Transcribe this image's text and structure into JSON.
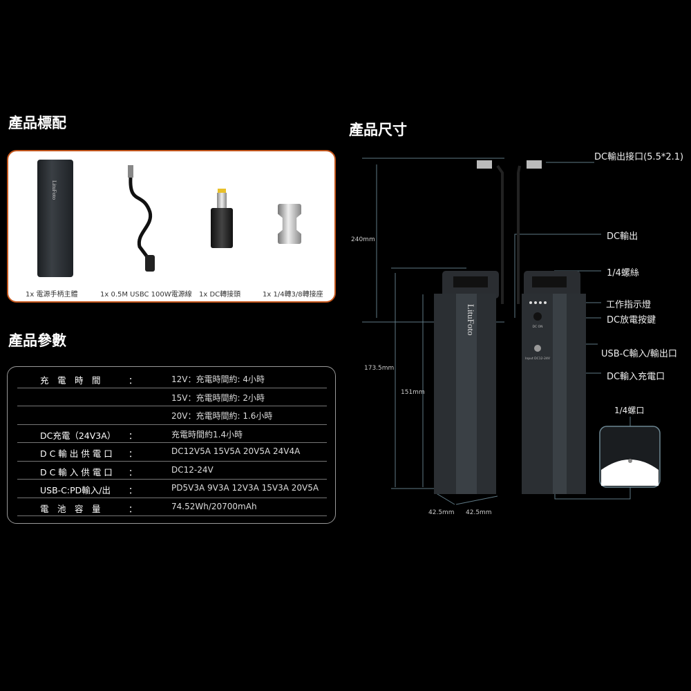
{
  "contents": {
    "title": "產品標配",
    "items": [
      {
        "label": "1x 電源手柄主體",
        "icon": "battery-handle"
      },
      {
        "label": "1x 0.5M USBC 100W電源線",
        "icon": "usb-c-cable"
      },
      {
        "label": "1x DC轉接頭",
        "icon": "dc-adapter"
      },
      {
        "label": "1x 1/4轉3/8轉接座",
        "icon": "screw-adapter"
      }
    ],
    "brand": "LituFoto",
    "accent": "#c4561c"
  },
  "specs": {
    "title": "產品參數",
    "rows": [
      {
        "key": "充　電　時　間",
        "colon": "：",
        "value": "12V：充電時間約: 4小時"
      },
      {
        "key": "",
        "colon": "",
        "value": "15V：充電時間約: 2小時"
      },
      {
        "key": "",
        "colon": "",
        "value": "20V：充電時間約: 1.6小時"
      },
      {
        "key": "DC充電（24V3A）",
        "colon": "：",
        "value": "充電時間約1.4小時"
      },
      {
        "key": "D C 輸 出 供 電 口",
        "colon": "：",
        "value": "DC12V5A 15V5A 20V5A 24V4A"
      },
      {
        "key": "D C 輸 入 供 電 口",
        "colon": "：",
        "value": "DC12-24V"
      },
      {
        "key": "USB-C:PD輸入/出",
        "colon": "：",
        "value": "PD5V3A 9V3A 12V3A 15V3A 20V5A"
      },
      {
        "key": "電　池　容　量",
        "colon": "：",
        "value": "74.52Wh/20700mAh"
      }
    ]
  },
  "dimensions": {
    "title": "產品尺寸",
    "measures": {
      "total_height": "240mm",
      "body_height_cap": "173.5mm",
      "body_height": "151mm",
      "width": "42.5mm",
      "depth": "42.5mm"
    },
    "callouts": {
      "dc_out_port": "DC輸出接口(5.5*2.1)",
      "dc_out": "DC輸出",
      "screw": "1/4螺絲",
      "indicator": "工作指示燈",
      "dc_button": "DC放電按鍵",
      "usbc": "USB-C輸入/輸出口",
      "dc_in": "DC輸入充電口",
      "screw_hole": "1/4螺口"
    },
    "button_label": "DC ON",
    "input_label": "Input DC12-24V",
    "line_color": "#5f7a86"
  }
}
